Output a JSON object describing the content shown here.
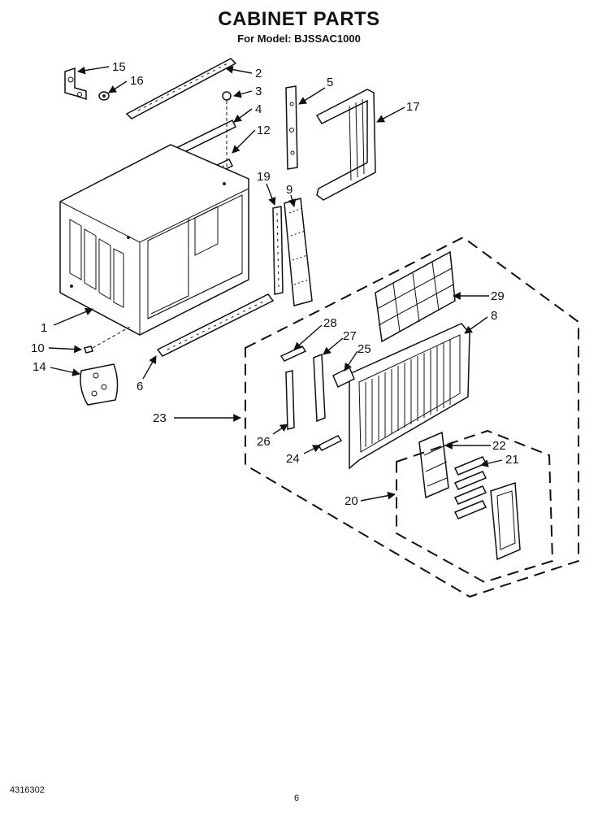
{
  "header": {
    "title": "CABINET PARTS",
    "subtitle": "For Model: BJSSAC1000"
  },
  "footer": {
    "document_number": "4316302",
    "page_number": "6"
  },
  "callouts": [
    "1",
    "2",
    "3",
    "4",
    "5",
    "6",
    "8",
    "9",
    "10",
    "12",
    "14",
    "15",
    "16",
    "17",
    "19",
    "20",
    "21",
    "22",
    "23",
    "24",
    "25",
    "26",
    "27",
    "28",
    "29"
  ]
}
